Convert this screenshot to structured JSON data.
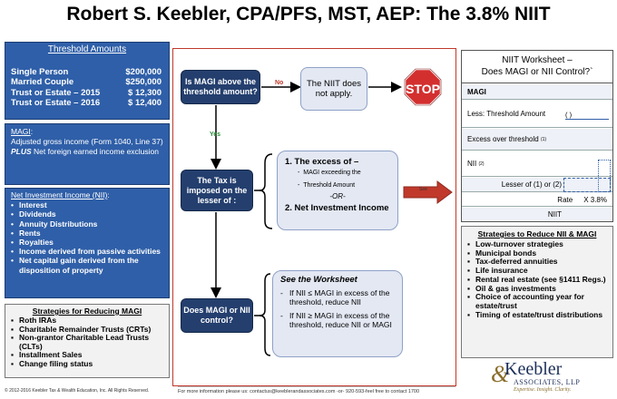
{
  "title": "Robert S. Keebler, CPA/PFS, MST, AEP: The 3.8% NIIT",
  "threshold": {
    "heading": "Threshold Amounts",
    "rows": [
      {
        "label": "Single Person",
        "value": "$200,000"
      },
      {
        "label": "Married Couple",
        "value": "$250,000"
      },
      {
        "label": "Trust or Estate – 2015",
        "value": "$  12,300"
      },
      {
        "label": "Trust or Estate – 2016",
        "value": "$  12,400"
      }
    ]
  },
  "magi": {
    "heading": "MAGI",
    "colon": ":",
    "line1": "Adjusted gross income (Form 1040, Line 37)",
    "plus": "PLUS",
    "line2": " Net foreign earned income exclusion"
  },
  "nii": {
    "heading": "Net Investment Income (NII)",
    "colon": ":",
    "items": [
      "Interest",
      "Dividends",
      "Annuity Distributions",
      "Rents",
      "Royalties",
      "Income derived from passive activities",
      "Net capital gain derived from the disposition of property"
    ]
  },
  "strategies_left": {
    "heading": "Strategies for Reducing MAGI",
    "items": [
      "Roth IRAs",
      "Charitable Remainder Trusts (CRTs)",
      "Non-grantor Charitable Lead Trusts (CLTs)",
      "Installment Sales",
      "Change filing status"
    ]
  },
  "flow": {
    "q1": "Is MAGI above the threshold amount?",
    "no_label": "No",
    "yes_label": "Yes",
    "not_apply": "The NIIT does not apply.",
    "stop_text": "STOP",
    "q2": "The Tax is imposed on the lesser of :",
    "excess_heading": "1. The excess of –",
    "excess_sub1": "MAGI exceeding the",
    "excess_sub2": "Threshold Amount",
    "or_text": "-OR-",
    "nii_item": "2. Net Investment Income",
    "see_label": "See",
    "q3": "Does MAGI or NII control?",
    "worksheet_heading": "See the Worksheet",
    "worksheet_item1": "If NII ≤ MAGI in excess of the threshold, reduce NII",
    "worksheet_item2": "If NII ≥ MAGI in excess of the threshold, reduce NII or MAGI"
  },
  "worksheet": {
    "title_line1": "NIIT Worksheet –",
    "title_line2": "Does MAGI or NII Control?`",
    "magi": "MAGI",
    "less_threshold": "Less: Threshold Amount",
    "paren": "(          )",
    "excess": "Excess over threshold",
    "sup1": "(1)",
    "nii": "NII",
    "sup2": "(2)",
    "lesser": "Lesser of (1) or (2)",
    "rate_label": "Rate",
    "rate_value": "X 3.8%",
    "niit": "NIIT"
  },
  "strategies_right": {
    "heading": "Strategies to Reduce NII & MAGI",
    "items": [
      "Low-turnover strategies",
      "Municipal bonds",
      "Tax-deferred annuities",
      "Life insurance",
      "Rental real estate (see §1411 Regs.)",
      "Oil & gas investments",
      "Choice of accounting year for estate/trust",
      "Timing of estate/trust distributions"
    ]
  },
  "footer": {
    "copyright": "© 2012-2016 Keebler Tax & Wealth Education, Inc. All Rights Reserved.",
    "contact": "For more information please us: contactus@keeblerandassociates.com  -or-   920-593-feel free to contact 1700"
  },
  "logo": {
    "amp": "&",
    "name": "Keebler",
    "assoc": "ASSOCIATES, LLP",
    "tagline": "Expertise. Insight. Clarity."
  },
  "colors": {
    "blue_box": "#2f5fa8",
    "dark_box": "#243f6e",
    "light_box": "#e3e8f3",
    "frame_red": "#c0392b",
    "stop_red": "#d32f2f",
    "arrow_red": "#c0392b",
    "yes_green": "#2e8b3a"
  }
}
